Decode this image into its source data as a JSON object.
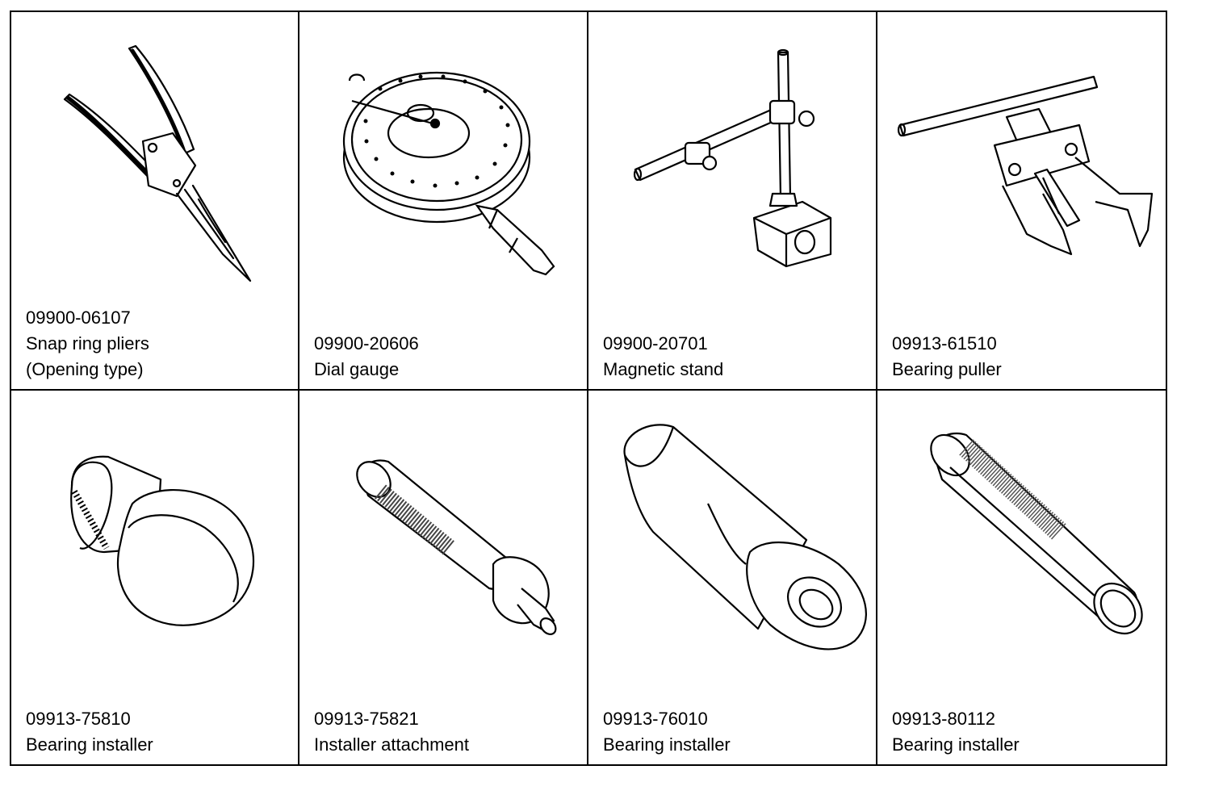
{
  "tools": [
    {
      "part_number": "09900-06107",
      "name": "Snap ring pliers",
      "note": "(Opening type)",
      "icon": "snap-ring-pliers-icon"
    },
    {
      "part_number": "09900-20606",
      "name": "Dial gauge",
      "note": "",
      "icon": "dial-gauge-icon"
    },
    {
      "part_number": "09900-20701",
      "name": "Magnetic stand",
      "note": "",
      "icon": "magnetic-stand-icon"
    },
    {
      "part_number": "09913-61510",
      "name": "Bearing puller",
      "note": "",
      "icon": "bearing-puller-icon"
    },
    {
      "part_number": "09913-75810",
      "name": "Bearing installer",
      "note": "",
      "icon": "bearing-installer-icon"
    },
    {
      "part_number": "09913-75821",
      "name": "Installer attachment",
      "note": "",
      "icon": "installer-attachment-icon"
    },
    {
      "part_number": "09913-76010",
      "name": "Bearing installer",
      "note": "",
      "icon": "bearing-installer-icon"
    },
    {
      "part_number": "09913-80112",
      "name": "Bearing installer",
      "note": "",
      "icon": "bearing-installer-icon"
    }
  ]
}
